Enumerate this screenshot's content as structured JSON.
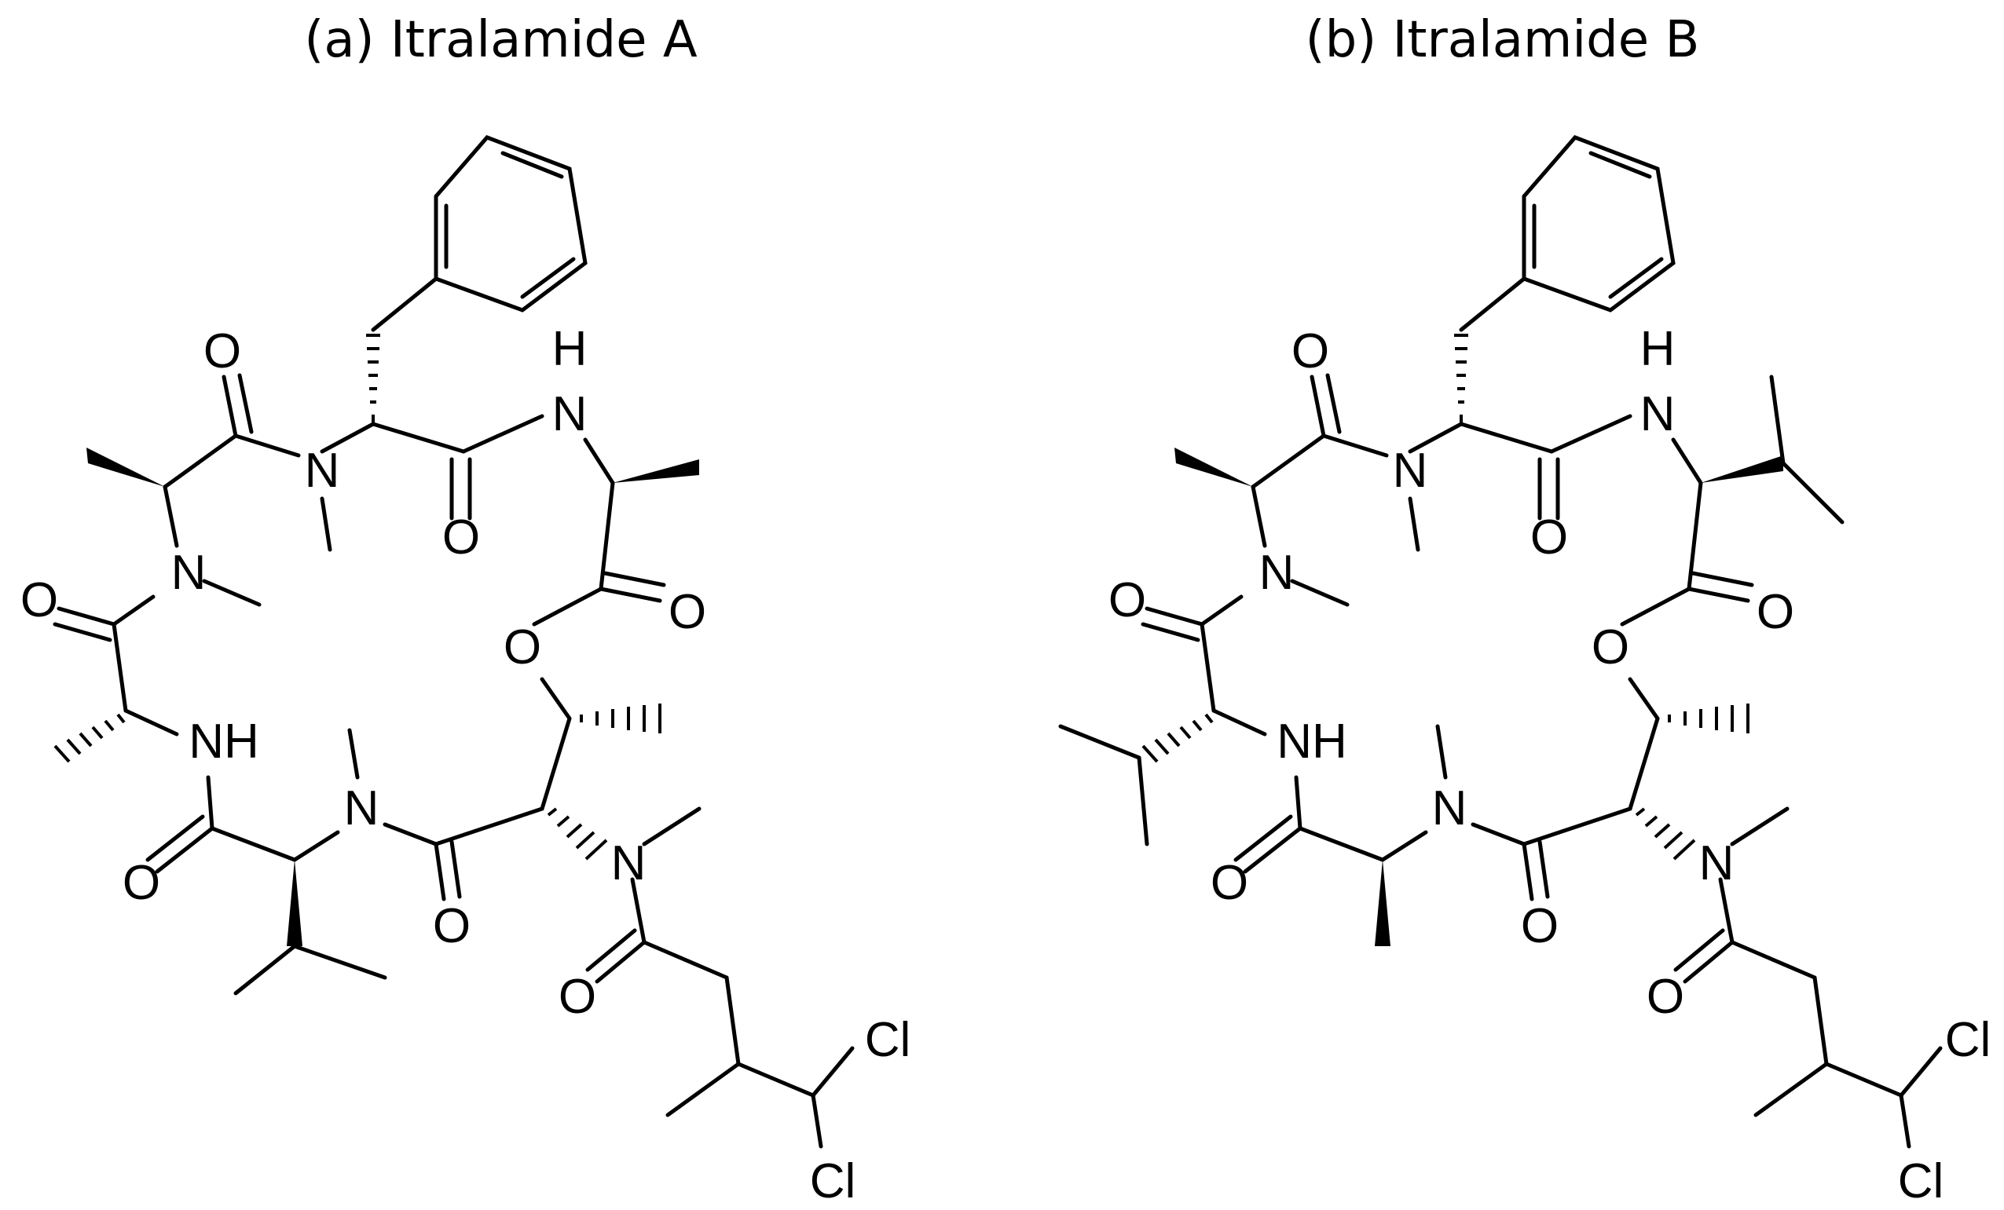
{
  "figure": {
    "panels": [
      {
        "id": "a",
        "title": "(a) Itralamide A",
        "labels": {
          "o1": "O",
          "o2": "O",
          "o3": "O",
          "o4": "O",
          "o5": "O",
          "o6": "O",
          "o7": "O",
          "o8": "O",
          "n1": "N",
          "n2": "N",
          "n3": "N",
          "n4": "N",
          "nh1": "H",
          "nh1n": "N",
          "nh2": "NH",
          "cl1": "Cl",
          "cl2": "Cl"
        }
      },
      {
        "id": "b",
        "title": "(b) Itralamide B",
        "labels": {
          "o1": "O",
          "o2": "O",
          "o3": "O",
          "o4": "O",
          "o5": "O",
          "o6": "O",
          "o7": "O",
          "o8": "O",
          "n1": "N",
          "n2": "N",
          "n3": "N",
          "n4": "N",
          "nh1": "H",
          "nh1n": "N",
          "nh2": "NH",
          "cl1": "Cl",
          "cl2": "Cl"
        }
      }
    ],
    "colors": {
      "ink": "#000000",
      "background": "#ffffff"
    }
  }
}
